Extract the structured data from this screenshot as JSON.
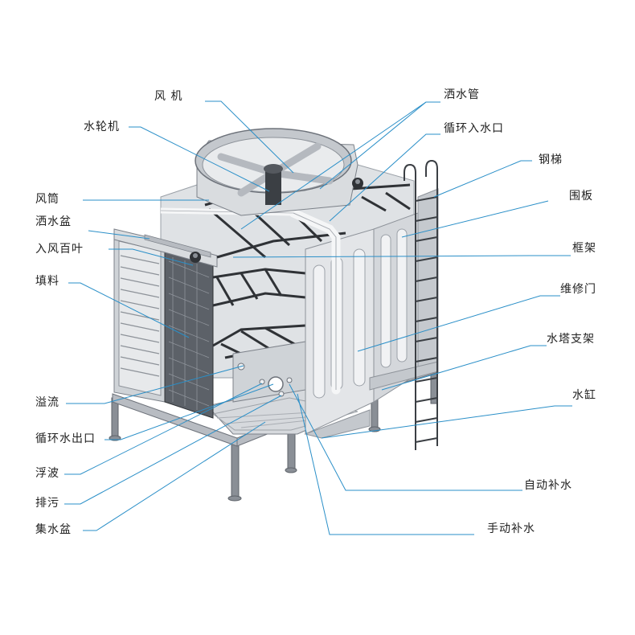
{
  "labels_left": [
    "风 机",
    "水轮机",
    "风筒",
    "洒水盆",
    "入风百叶",
    "填料",
    "溢流",
    "循环水出口",
    "浮波",
    "排污",
    "集水盆"
  ],
  "labels_right": [
    "洒水管",
    "循环入水口",
    "钢梯",
    "围板",
    "框架",
    "维修门",
    "水塔支架",
    "水缸",
    "自动补水",
    "手动补水"
  ],
  "colors": {
    "leader_line": "#2a8fc8",
    "panel_light": "#e6e8ea",
    "panel_mid": "#c9ccd0",
    "panel_dark": "#8d9299",
    "frame_dark": "#2f3236",
    "leg": "#8a8f96"
  }
}
